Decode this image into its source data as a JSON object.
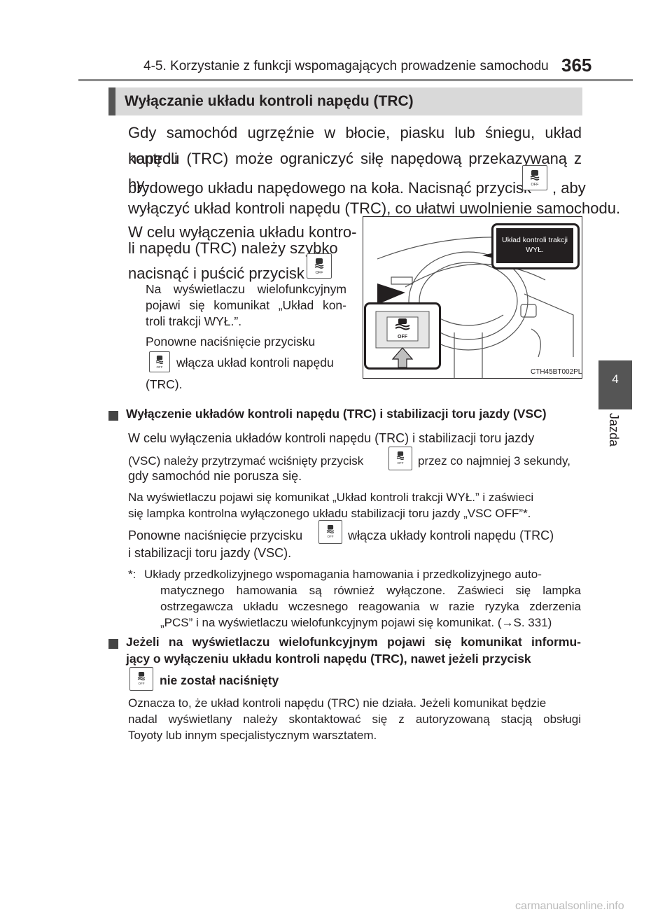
{
  "header": {
    "chapter": "4-5. Korzystanie z funkcji wspomagających prowadzenie samochodu",
    "page_number": "365"
  },
  "side_tab": {
    "number": "4",
    "label": "Jazda"
  },
  "section": {
    "title": "Wyłączanie układu kontroli napędu (TRC)"
  },
  "intro": {
    "l1": "Gdy samochód ugrzęźnie w błocie, piasku lub śniegu, układ kontroli",
    "l2": "napędu (TRC) może ograniczyć siłę napędową przekazywaną z hy-",
    "l3a": "brydowego układu napędowego na koła. Nacisnąć przycisk",
    "l3b": ", aby",
    "l4": "wyłączyć układ kontroli napędu (TRC), co ułatwi uwolnienie samochodu."
  },
  "step": {
    "l1": "W celu wyłączenia układu kontro-",
    "l2": "li napędu (TRC) należy szybko",
    "l3": "nacisnąć i puścić przycisk",
    "n1": "Na wyświetlaczu wielofunkcyjnym",
    "n2": "pojawi się komunikat „Układ kon-",
    "n3": "troli trakcji WYŁ.”.",
    "r1": "Ponowne naciśnięcie przycisku",
    "r2": "włącza układ kontroli napędu",
    "r3": "(TRC)."
  },
  "illustration": {
    "callout_line1": "Układ kontroli trakcji",
    "callout_line2": "WYŁ.",
    "button_label": "OFF",
    "code": "CTH45BT002PL"
  },
  "block1": {
    "heading": "Wyłączenie układów kontroli napędu (TRC) i stabilizacji toru jazdy (VSC)",
    "l1": "W celu wyłączenia układów kontroli napędu (TRC) i stabilizacji toru jazdy",
    "l2a": "(VSC) należy przytrzymać wciśnięty przycisk",
    "l2b": "przez co najmniej 3 sekundy,",
    "l3": "gdy samochód nie porusza się.",
    "l4": "Na wyświetlaczu pojawi się komunikat „Układ kontroli trakcji WYŁ.” i zaświeci",
    "l5": "się lampka kontrolna wyłączonego układu stabilizacji toru jazdy „VSC OFF”*.",
    "l6a": "Ponowne naciśnięcie przycisku",
    "l6b": "włącza układy kontroli napędu (TRC)",
    "l7": "i stabilizacji toru jazdy (VSC).",
    "fn_mark": "*:",
    "fn1": "Układy przedkolizyjnego wspomagania hamowania i przedkolizyjnego auto-",
    "fn2": "matycznego hamowania są również wyłączone. Zaświeci się lampka",
    "fn3": "ostrzegawcza układu wczesnego reagowania w razie ryzyka zderzenia",
    "fn4": "„PCS” i na wyświetlaczu wielofunkcyjnym pojawi się komunikat. (→S. 331)"
  },
  "block2": {
    "h1": "Jeżeli na wyświetlaczu wielofunkcyjnym pojawi się komunikat informu-",
    "h2": "jący o wyłączeniu układu kontroli napędu (TRC), nawet jeżeli przycisk",
    "h3": "nie został naciśnięty",
    "l1": "Oznacza to, że układ kontroli napędu (TRC) nie działa. Jeżeli komunikat będzie",
    "l2": "nadal wyświetlany należy skontaktować się z autoryzowaną stacją obsługi",
    "l3": "Toyoty lub innym specjalistycznym warsztatem."
  },
  "watermark": "carmanualsonline.info",
  "icons": {
    "button_icon": "trc-off-icon"
  }
}
